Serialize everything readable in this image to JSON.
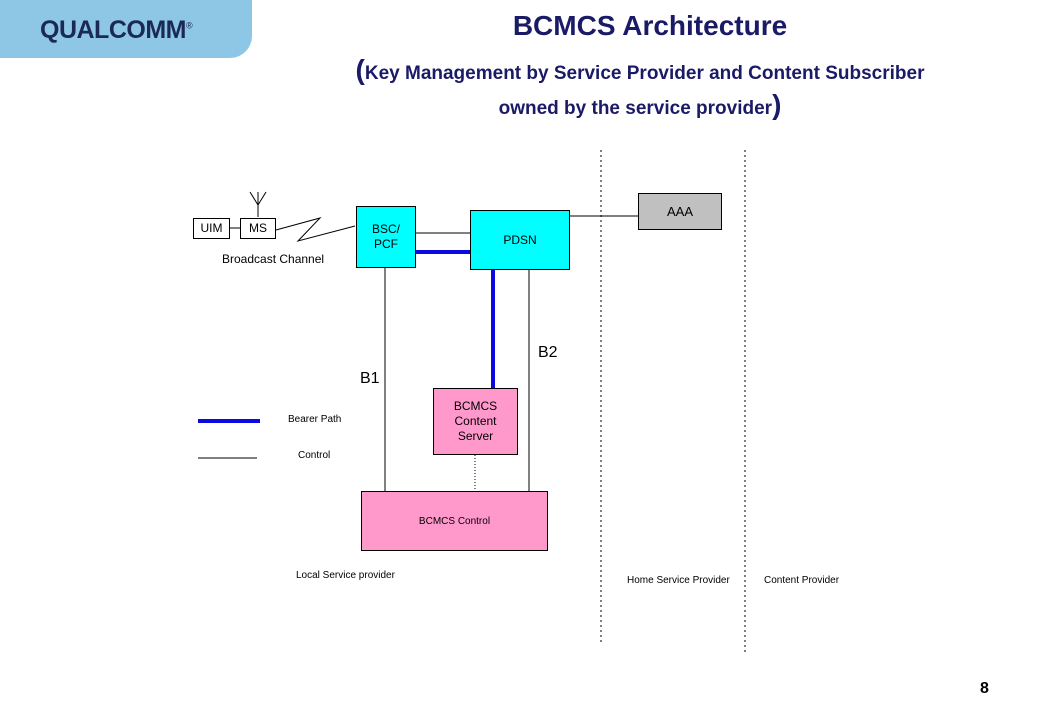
{
  "logo": {
    "text": "QUALCOMM",
    "mark": "®"
  },
  "title": "BCMCS Architecture",
  "subtitle": {
    "open_paren": "(",
    "line1": "Key Management by Service Provider and Content Subscriber",
    "line2": "owned by the service provider",
    "close_paren": ")"
  },
  "nodes": {
    "uim": "UIM",
    "ms": "MS",
    "bsc_line1": "BSC/",
    "bsc_line2": "PCF",
    "pdsn": "PDSN",
    "aaa": "AAA",
    "content_server_line1": "BCMCS",
    "content_server_line2": "Content",
    "content_server_line3": "Server",
    "bcmcs_control": "BCMCS Control"
  },
  "labels": {
    "broadcast_channel": "Broadcast Channel",
    "b1": "B1",
    "b2": "B2"
  },
  "legend": {
    "bearer_path": "Bearer Path",
    "control": "Control"
  },
  "regions": {
    "local": "Local Service provider",
    "home": "Home Service Provider",
    "content": "Content Provider"
  },
  "colors": {
    "bearer": "#0a0ae0",
    "cyan_box": "#00ffff",
    "pink_box": "#ff99cc",
    "aaa_box": "#c0c0c0",
    "title": "#1a1a66",
    "logo_bg": "#8ec6e6"
  },
  "page_number": "8"
}
